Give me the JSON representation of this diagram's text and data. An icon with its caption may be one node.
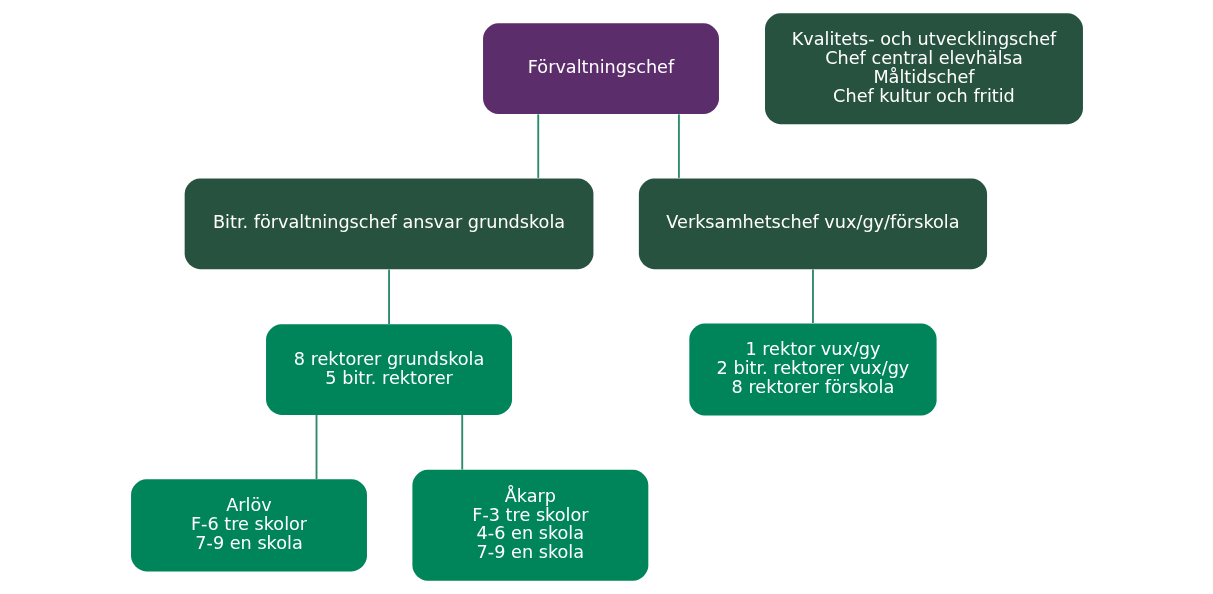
{
  "diagram": {
    "nodes": [
      {
        "text": [
          "Förvaltningschef"
        ]
      },
      {
        "text": [
          "Kvalitets- och utvecklingschef",
          "Chef central elevhälsa",
          "Måltidschef",
          "Chef kultur och fritid"
        ]
      },
      {
        "text": [
          "Bitr. förvaltningschef ansvar grundskola"
        ]
      },
      {
        "text": [
          "Verksamhetschef vux/gy/förskola"
        ]
      },
      {
        "text": [
          "8 rektorer grundskola",
          "5 bitr. rektorer"
        ]
      },
      {
        "text": [
          "1 rektor vux/gy",
          "2 bitr. rektorer vux/gy",
          "8 rektorer förskola"
        ]
      },
      {
        "text": [
          "Arlöv",
          "F-6 tre skolor",
          "7-9 en skola"
        ]
      },
      {
        "text": [
          "Åkarp",
          "F-3 tre skolor",
          "4-6 en skola",
          "7-9 en skola"
        ]
      }
    ],
    "edges": [
      {
        "from": 0,
        "to": 2,
        "arrow": "none"
      },
      {
        "from": 0,
        "to": 3,
        "arrow": "none"
      },
      {
        "from": 2,
        "to": 4,
        "arrow": "none"
      },
      {
        "from": 3,
        "to": 5,
        "arrow": "none"
      },
      {
        "from": 4,
        "to": 6,
        "arrow": "none"
      },
      {
        "from": 4,
        "to": 7,
        "arrow": "none"
      }
    ]
  }
}
